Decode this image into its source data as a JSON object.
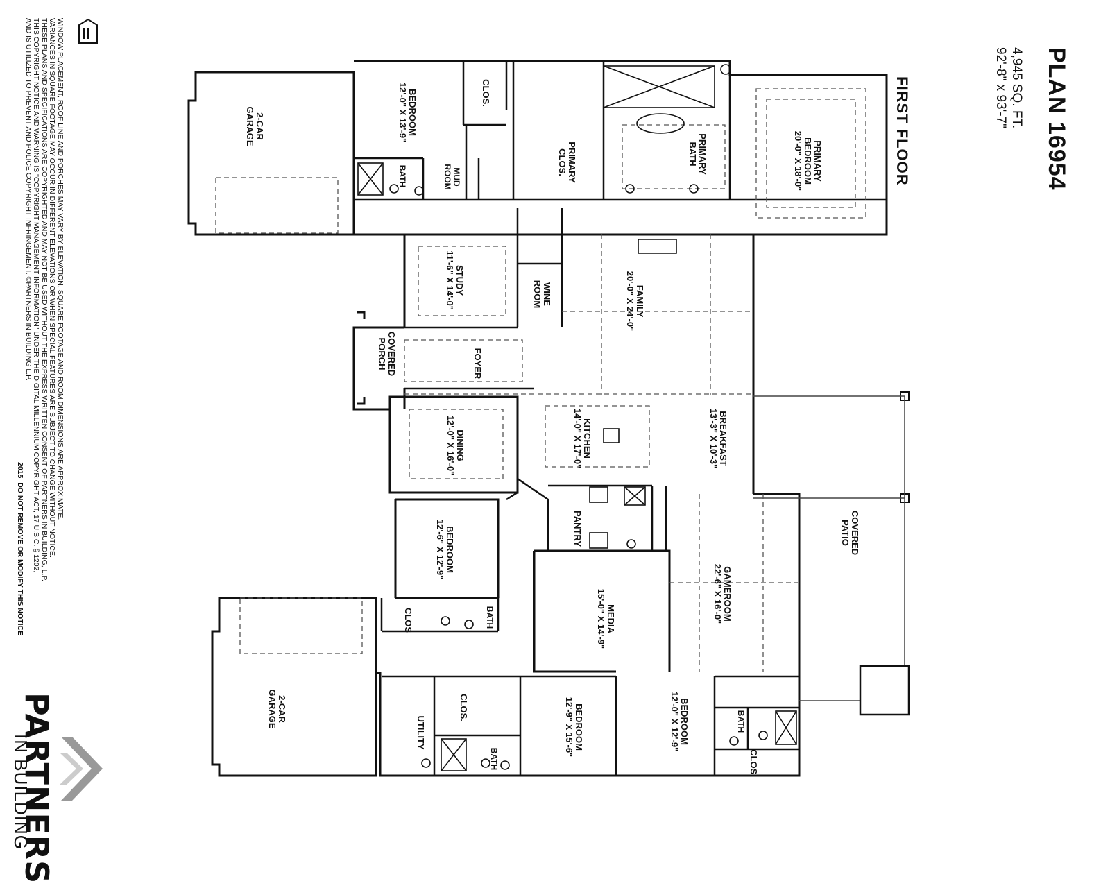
{
  "plan": {
    "name": "PLAN 16954",
    "sqft": "4,945 SQ. FT.",
    "dims": "92'-8\" x 93'-7\"",
    "floor": "FIRST FLOOR"
  },
  "rooms": {
    "primary_bedroom": {
      "name": "PRIMARY",
      "name2": "BEDROOM",
      "size": "20'-0\" X 18'-0\""
    },
    "primary_bath": {
      "name": "PRIMARY",
      "name2": "BATH"
    },
    "primary_clos": {
      "name": "PRIMARY",
      "name2": "CLOS."
    },
    "bedroom_ul": {
      "name": "BEDROOM",
      "size": "12'-0\" X 13'-9\""
    },
    "clos_ul": {
      "name": "CLOS."
    },
    "bath_ul": {
      "name": "BATH"
    },
    "mud_room": {
      "name": "MUD",
      "name2": "ROOM"
    },
    "garage_top": {
      "name": "2-CAR",
      "name2": "GARAGE"
    },
    "study": {
      "name": "STUDY",
      "size": "11'-6\" X 14'-0\""
    },
    "wine_room": {
      "name": "WINE",
      "name2": "ROOM"
    },
    "family": {
      "name": "FAMILY",
      "size": "20'-0\" X 24'-0\""
    },
    "foyer": {
      "name": "FOYER"
    },
    "covered_porch": {
      "name": "COVERED",
      "name2": "PORCH"
    },
    "dining": {
      "name": "DINING",
      "size": "12'-0\" X 16'-0\""
    },
    "kitchen": {
      "name": "KITCHEN",
      "size": "14'-0\" X 17'-0\""
    },
    "breakfast": {
      "name": "BREAKFAST",
      "size": "13'-3\" X 10'-3\""
    },
    "covered_patio": {
      "name": "COVERED",
      "name2": "PATIO"
    },
    "pantry": {
      "name": "PANTRY"
    },
    "bedroom_mid": {
      "name": "BEDROOM",
      "size": "12'-6\" X 12'-9\""
    },
    "clos_mid": {
      "name": "CLOS"
    },
    "bath_mid": {
      "name": "BATH"
    },
    "media": {
      "name": "MEDIA",
      "size": "15'-0\" X 14'-9\""
    },
    "gameroom": {
      "name": "GAMEROOM",
      "size": "22'-6\" X 16'-0\""
    },
    "garage_bottom": {
      "name": "2-CAR",
      "name2": "GARAGE"
    },
    "utility": {
      "name": "UTILITY"
    },
    "clos_bl": {
      "name": "CLOS."
    },
    "bath_bl": {
      "name": "BATH"
    },
    "bedroom_bc": {
      "name": "BEDROOM",
      "size": "12'-9\" X 15'-6\""
    },
    "bedroom_br": {
      "name": "BEDROOM",
      "size": "12'-0\" X 12'-9\""
    },
    "bath_br": {
      "name": "BATH"
    },
    "clos_br": {
      "name": "CLOS."
    }
  },
  "disclaimer": {
    "line1": "WINDOW PLACEMENT, ROOF LINE AND PORCHES MAY VARY BY ELEVATION.  SQUARE FOOTAGE AND ROOM DIMENSIONS ARE APPROXIMATE.",
    "line2": "VARIANCES IN SQUARE FOOTAGE MAY OCCUR IN DIFFERENT ELEVATIONS OR WHEN SPECIAL FEATURES ARE SUBJECT TO CHANGE WITHOUT NOTICE.",
    "line3": "THESE PLANS AND SPECIFICATIONS ARE COPYRIGHTED AND MAY NOT BE USED WITHOUT THE EXPRESS WRITTEN CONSENT OF PARTNERS IN BUILDING, L.P.",
    "line4": "THIS COPYRIGHT NOTICE AND WARNING IS \"COPYRIGHT MANAGEMENT INFORMATION\" UNDER THE DIGITAL MILLENNIUM COPYRIGHT ACT, 17 U.S.C. § 1202,",
    "line5": "AND IS UTILIZED TO PREVENT AND POLICE COPYRIGHT INFRINGEMENT.  ©PARTNERS IN BUILDING L.P.",
    "year": "2015",
    "notice": "DO NOT REMOVE OR MODIFY THIS NOTICE"
  },
  "logo": {
    "big": "PARTNERS",
    "small": "IN BUILDING"
  },
  "colors": {
    "wall": "#111111",
    "dashed": "#555555",
    "logo_chevron_dark": "#777777",
    "logo_chevron_light": "#bbbbbb"
  },
  "icons": [
    "equal-housing-icon",
    "logo-chevron-icon"
  ]
}
